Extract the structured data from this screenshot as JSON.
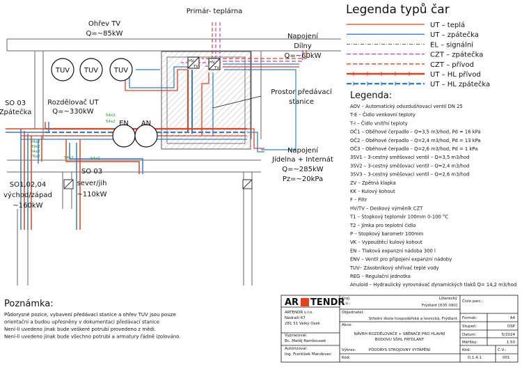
{
  "labels": {
    "ohrev_tv": "Ohřev TV",
    "ohrev_tv_q": "Q=~85kW",
    "primar": "Primár- teplárna",
    "napojeni_dilny": "Napojení",
    "dilny": "Dílny",
    "dilny_q": "Q=~60kW",
    "tuv": "TUV",
    "rozdelovac": "Rozdělovač UT",
    "rozdelovac_q": "Q=~330kW",
    "so03_zpatecka_1": "SO 03",
    "so03_zpatecka_2": "Zpátečka",
    "prostor_1": "Prostor předávací",
    "prostor_2": "stanice",
    "en": "EN",
    "an": "AN",
    "napojeni_jidelna_1": "Napojení",
    "napojeni_jidelna_2": "Jídelna + Internát",
    "jidelna_q": "Q=~285kW",
    "jidelna_pz": "Pz=~20kPa",
    "so03_sever_1": "SO 03",
    "so03_sever_2": "sever/jih",
    "so03_sever_q": "~110kW",
    "so01_1": "SO1,02,04",
    "so01_2": "východ/západ",
    "so01_q": "~160kW",
    "pipe_54x2": "54x2",
    "pipe_64x2": "64x2",
    "pipe_89x2": "89x2",
    "pipe_76x2": "76x2"
  },
  "legend_types": {
    "title": "Legenda typů čar",
    "items": [
      {
        "label": "UT – teplá",
        "color": "#e8401c",
        "style": "solid"
      },
      {
        "label": "UT – zpátečka",
        "color": "#2f7fd6",
        "style": "solid"
      },
      {
        "label": "EL – signální",
        "color": "#333333",
        "style": "dashdot"
      },
      {
        "label": "CZT – zpátečka",
        "color": "#c83cc8",
        "style": "dash"
      },
      {
        "label": "CZT – přívod",
        "color": "#e8401c",
        "style": "dash"
      },
      {
        "label": "UT – HL přívod",
        "color": "#e8401c",
        "style": "thick"
      },
      {
        "label": "UT – HL zpátečka",
        "color": "#2f7fd6",
        "style": "thickdash"
      }
    ]
  },
  "legend": {
    "title": "Legenda:",
    "items": [
      "AOV – Automatický odvzdušňovací ventil DN 25",
      "T-E – Čidlo venkovní teploty",
      "T-I – Čidlo vnitřní teploty",
      "OČ1 – Oběhové čerpadlo – Q=3,5 m3/hod, Pd = 16 kPa",
      "OČ2 – Oběhové čerpadlo – Q=2,4 m3/hod, Pd = 13 kPa",
      "OČ3 – Oběhové čerpadlo – Q=2,6 m3/hod, Pd = 1 kPa",
      "3SV1 – 3-cestný směšovací ventil – Q=3,5 m3/hod",
      "3SV2 – 3-cestný směšovací ventil – Q=2,4 m3/hod",
      "3SV3 – 3-cestný směšovací ventil – Q=2,6 m3/hod",
      "ZV – Zpětná klapka",
      "KK – Kulový kohout",
      "F – Filtr",
      "HV/TV – Deskový výměník CZT",
      "T1 – Stopkový teploměr 100mm 0-100 °C",
      "T2 – Jímka pro teplotní čidlo",
      "P – Stopkový barometr 100mm",
      "VK – Vypouštěcí kulový kohout",
      "EN – Tlaková expanzní nádoba 300 l",
      "ENV – Ventil pro připojení expanzní nádoby",
      "TUV– Zásobníkový ohřívač teplé vody",
      "REG – Regulační jednotka",
      "Anuloid – Hydraulický vyrovnávač dynamických tlaků Q= 14,2 m3/hod"
    ]
  },
  "note": {
    "title": "Poznámka:",
    "lines": [
      "Půdorysné pozice, vybavení předávací stanice a ohřev TUV jsou pouze",
      "orientační a budou upřesněny v dokumentaci předávací stanice",
      "Není-li uvedeno jinak bude veškeré potrubí provedeno z mědi.",
      "Není-li uvedeno jinak bude všechno potrubí a armatury řádně izolováno."
    ]
  },
  "title_block": {
    "logo_left": "AR",
    "logo_right": "TENDR",
    "company": "ARTENDR s.r.o.",
    "street": "Nádraží 67",
    "city": "281 51 Velký Osek",
    "kraj_label": "Kraj:",
    "kraj_value": "Liberecký",
    "ku_label": "K.ú.:",
    "ku_value": "Frýdlant [635 090]",
    "cislo_parc_label": "Číslo parc.:",
    "objednatel_label": "Objednatel:",
    "objednatel_value": "Střední škola hospodářská a lesnická, Frýdlant",
    "format_label": "Formát:",
    "format_value": "A4",
    "vypracoval_label": "Vypracoval:",
    "vypracoval_value": "Bc. Matěj Rambousek",
    "akce_label": "Akce:",
    "akce_line1": "NÁVRH ROZDĚLOVAČE + SBĚRAČE PRO HLAVNÍ",
    "akce_line2": "BUDOVU SŠHL FRÝDLANT",
    "stupen_label": "Stupeň:",
    "stupen_value": "DSP",
    "datum_label": "Datum:",
    "datum_value": "5/2024",
    "autorizoval_label": "Autorizoval:",
    "autorizoval_value": "Ing. František Mandovec",
    "meritko_label": "Měřítko:",
    "meritko_value": "1:50",
    "vykres_label": "Výkres:",
    "vykres_value": "PŮDORYS STROJOVNY VYTÁPĚNÍ",
    "kod_label": "Kód:",
    "kod_value": "D.1.4.1",
    "cv_label": "Č.V.:",
    "cv_value": "001"
  }
}
